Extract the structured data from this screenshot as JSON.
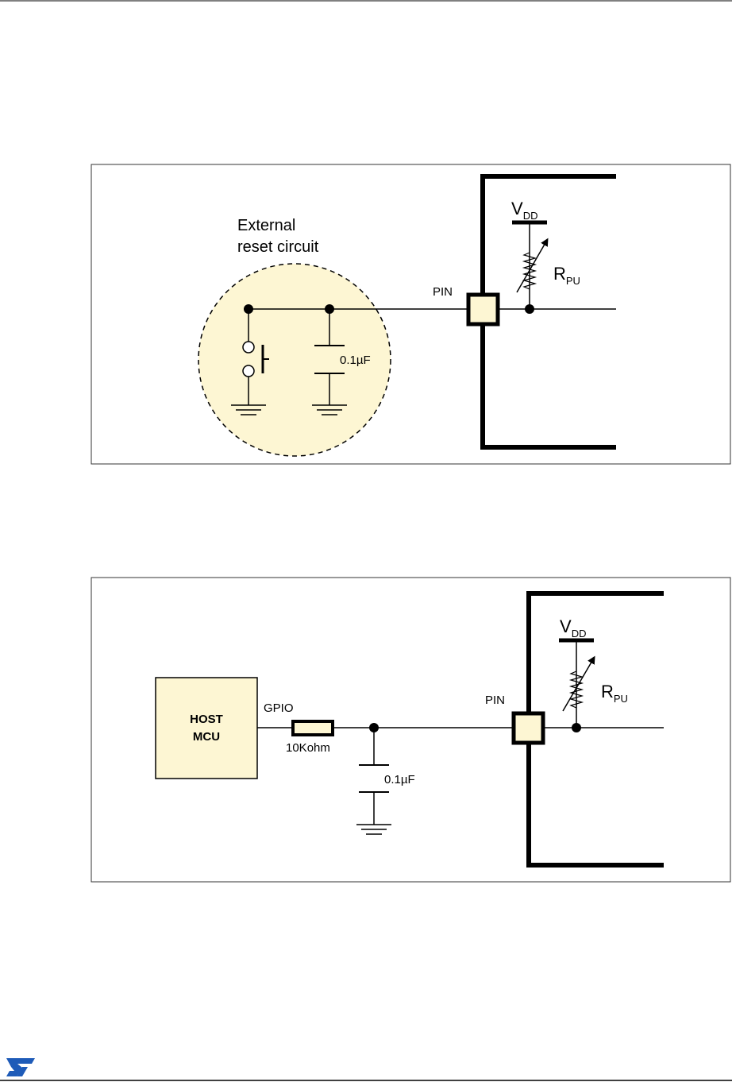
{
  "colors": {
    "ink": "#000000",
    "frame": "#333333",
    "highlight_fill": "#fdf6d3"
  },
  "figure1": {
    "label_external": "External",
    "label_reset_circuit": "reset circuit",
    "label_pin": "PIN",
    "label_capacitor": "0.1µF",
    "label_vdd_main": "V",
    "label_vdd_sub": "DD",
    "label_rpu_main": "R",
    "label_rpu_sub": "PU"
  },
  "figure2": {
    "host_line1": "HOST",
    "host_line2": "MCU",
    "label_gpio": "GPIO",
    "label_resistor": "10Kohm",
    "label_capacitor": "0.1µF",
    "label_pin": "PIN",
    "label_vdd_main": "V",
    "label_vdd_sub": "DD",
    "label_rpu_main": "R",
    "label_rpu_sub": "PU"
  },
  "footer": {
    "logo_icon": "st-logo-icon"
  }
}
